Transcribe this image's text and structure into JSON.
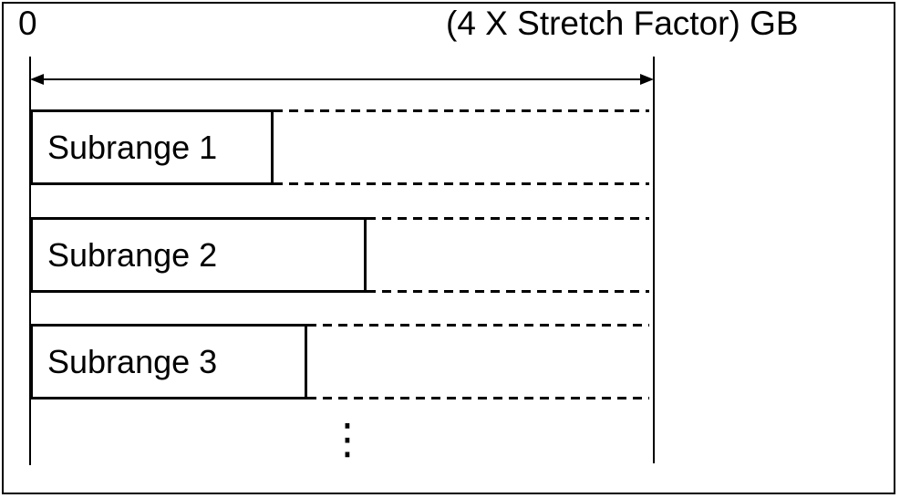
{
  "diagram": {
    "origin_label": "0",
    "axis_label": "(4 X Stretch Factor) GB",
    "rows": [
      {
        "label": "Subrange 1"
      },
      {
        "label": "Subrange 2"
      },
      {
        "label": "Subrange 3"
      }
    ],
    "ellipsis": "⋮",
    "colors": {
      "line": "#000000",
      "background": "#ffffff"
    }
  }
}
